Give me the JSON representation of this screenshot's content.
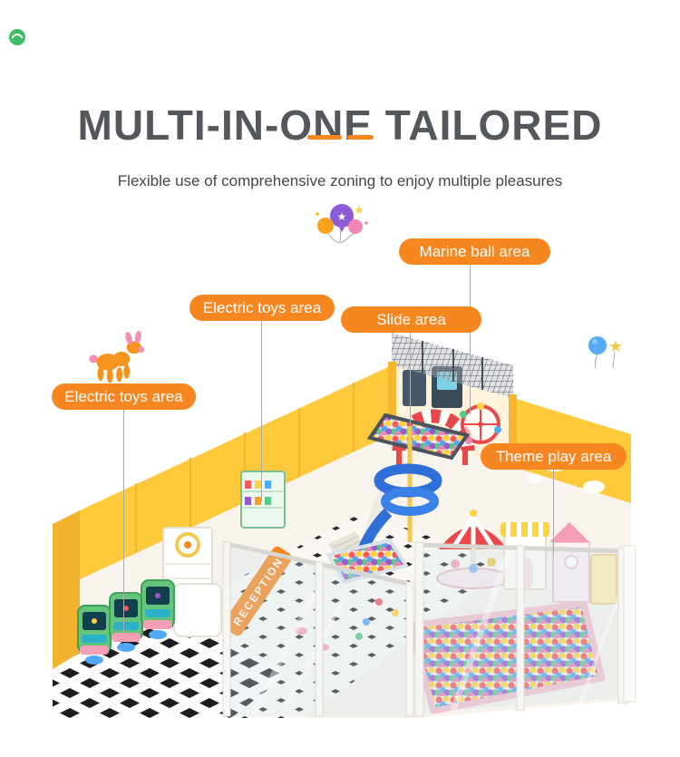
{
  "header": {
    "title": "MULTI-IN-ONE TAILORED",
    "subtitle": "Flexible use of comprehensive zoning to enjoy multiple pleasures"
  },
  "area_labels": [
    {
      "id": "marine-ball-area",
      "text": "Marine ball area"
    },
    {
      "id": "electric-toys-area-top",
      "text": "Electric toys area"
    },
    {
      "id": "slide-area",
      "text": "Slide area"
    },
    {
      "id": "electric-toys-area-left",
      "text": "Electric toys area"
    },
    {
      "id": "theme-play-area",
      "text": "Theme play area"
    }
  ],
  "illustration": {
    "reception_sign": "RECEPTION"
  },
  "colors": {
    "accent_orange": "#F6861F",
    "title_gray": "#54575B",
    "wall_yellow": "#FFC93C",
    "slide_blue": "#2F6FD8",
    "carousel_red": "#E8484A"
  }
}
